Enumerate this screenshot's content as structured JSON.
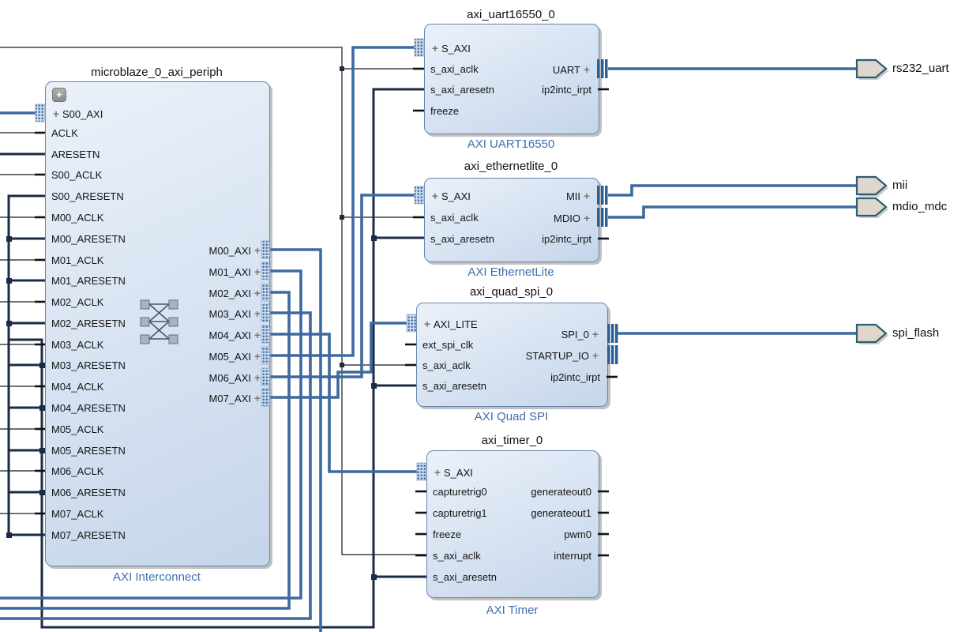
{
  "blocks": {
    "interconnect": {
      "title": "microblaze_0_axi_periph",
      "type_label": "AXI Interconnect",
      "bus_input": "S00_AXI",
      "left_pins": [
        "ACLK",
        "ARESETN",
        "S00_ACLK",
        "S00_ARESETN",
        "M00_ACLK",
        "M00_ARESETN",
        "M01_ACLK",
        "M01_ARESETN",
        "M02_ACLK",
        "M02_ARESETN",
        "M03_ACLK",
        "M03_ARESETN",
        "M04_ACLK",
        "M04_ARESETN",
        "M05_ACLK",
        "M05_ARESETN",
        "M06_ACLK",
        "M06_ARESETN",
        "M07_ACLK",
        "M07_ARESETN"
      ],
      "master_ports": [
        "M00_AXI",
        "M01_AXI",
        "M02_AXI",
        "M03_AXI",
        "M04_AXI",
        "M05_AXI",
        "M06_AXI",
        "M07_AXI"
      ]
    },
    "uart": {
      "title": "axi_uart16550_0",
      "type_label": "AXI UART16550",
      "bus_input": "S_AXI",
      "left_pins": [
        "s_axi_aclk",
        "s_axi_aresetn",
        "freeze"
      ],
      "right_buses": [
        "UART"
      ],
      "right_pins": [
        "ip2intc_irpt"
      ]
    },
    "ethernetlite": {
      "title": "axi_ethernetlite_0",
      "type_label": "AXI EthernetLite",
      "bus_input": "S_AXI",
      "left_pins": [
        "s_axi_aclk",
        "s_axi_aresetn"
      ],
      "right_buses": [
        "MII",
        "MDIO"
      ],
      "right_pins": [
        "ip2intc_irpt"
      ]
    },
    "quad_spi": {
      "title": "axi_quad_spi_0",
      "type_label": "AXI Quad SPI",
      "bus_input": "AXI_LITE",
      "left_pins": [
        "ext_spi_clk",
        "s_axi_aclk",
        "s_axi_aresetn"
      ],
      "right_buses": [
        "SPI_0",
        "STARTUP_IO"
      ],
      "right_pins": [
        "ip2intc_irpt"
      ]
    },
    "timer": {
      "title": "axi_timer_0",
      "type_label": "AXI Timer",
      "bus_input": "S_AXI",
      "left_pins": [
        "capturetrig0",
        "capturetrig1",
        "freeze",
        "s_axi_aclk",
        "s_axi_aresetn"
      ],
      "right_pins": [
        "generateout0",
        "generateout1",
        "pwm0",
        "interrupt"
      ]
    }
  },
  "external_ports": [
    {
      "label": "rs232_uart"
    },
    {
      "label": "mii"
    },
    {
      "label": "mdio_mdc"
    },
    {
      "label": "spi_flash"
    }
  ],
  "icons": {
    "expand_plus": "+",
    "collapse_block_plus": "+"
  },
  "colors": {
    "bus_wire": "#3d6a9e",
    "reset_wire": "#1b2a45",
    "clock_wire": "#1a1a1a",
    "block_border": "#6685ad",
    "block_fill_top": "#ebf1fa",
    "block_fill_bottom": "#c5d5ea",
    "type_label_blue": "#3c6fad",
    "port_fill": "#ded7cd",
    "port_border": "#2d5d70"
  }
}
